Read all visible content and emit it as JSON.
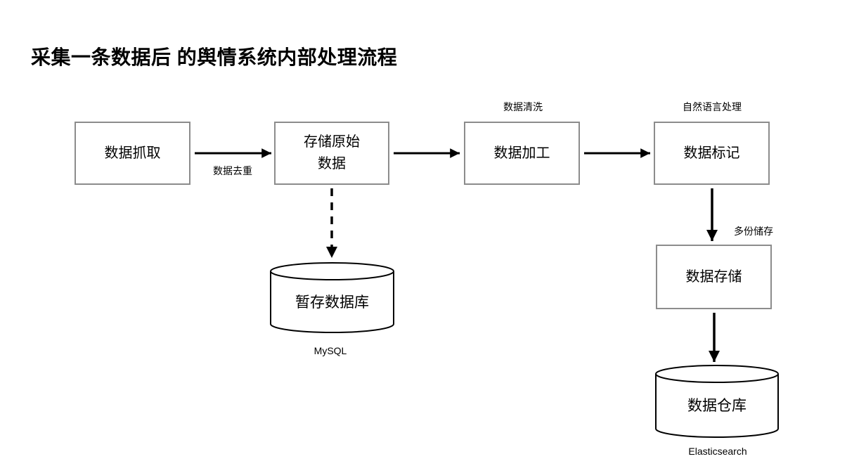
{
  "title": "采集一条数据后 的舆情系统内部处理流程",
  "colors": {
    "background": "#ffffff",
    "box_border": "#8c8c8c",
    "connector": "#000000",
    "text": "#000000"
  },
  "nodes": {
    "data_capture": {
      "label": "数据抓取",
      "shape": "rect"
    },
    "store_raw": {
      "label": "存储原始\n数据",
      "shape": "rect"
    },
    "data_process": {
      "label": "数据加工",
      "shape": "rect"
    },
    "data_tag": {
      "label": "数据标记",
      "shape": "rect"
    },
    "data_storage": {
      "label": "数据存储",
      "shape": "rect"
    },
    "temp_database": {
      "label": "暂存数据库",
      "sublabel": "MySQL",
      "shape": "cylinder"
    },
    "data_warehouse": {
      "label": "数据仓库",
      "sublabel": "Elasticsearch",
      "shape": "cylinder"
    }
  },
  "edge_labels": {
    "dedup": "数据去重",
    "cleaning": "数据清洗",
    "nlp": "自然语言处理",
    "multi_copy": "多份储存"
  },
  "edges": [
    {
      "from": "data_capture",
      "to": "store_raw",
      "style": "solid",
      "label": "数据去重"
    },
    {
      "from": "store_raw",
      "to": "data_process",
      "style": "solid",
      "label": "数据清洗"
    },
    {
      "from": "data_process",
      "to": "data_tag",
      "style": "solid",
      "label": "自然语言处理"
    },
    {
      "from": "store_raw",
      "to": "temp_database",
      "style": "dashed",
      "label": ""
    },
    {
      "from": "data_tag",
      "to": "data_storage",
      "style": "solid",
      "label": "多份储存"
    },
    {
      "from": "data_storage",
      "to": "data_warehouse",
      "style": "solid",
      "label": ""
    }
  ]
}
